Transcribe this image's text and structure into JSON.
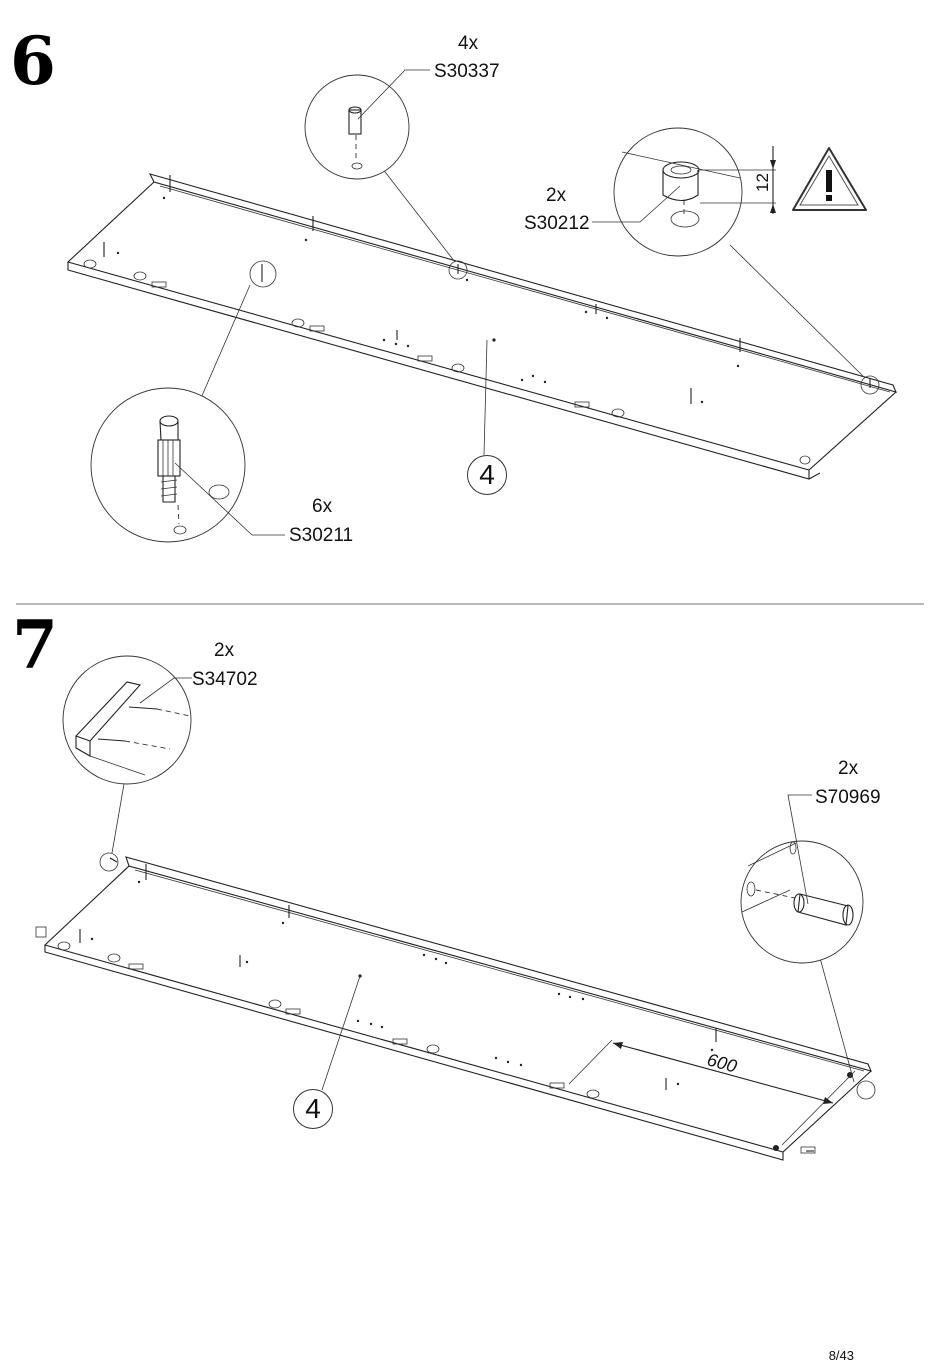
{
  "steps": [
    {
      "number": "6",
      "panel_label": "4",
      "parts": [
        {
          "qty": "4x",
          "code": "S30337"
        },
        {
          "qty": "2x",
          "code": "S30212"
        },
        {
          "qty": "6x",
          "code": "S30211"
        }
      ],
      "depth_value": "12",
      "warning_symbol": "!"
    },
    {
      "number": "7",
      "panel_label": "4",
      "parts": [
        {
          "qty": "2x",
          "code": "S34702"
        },
        {
          "qty": "2x",
          "code": "S70969"
        }
      ],
      "distance_value": "600"
    }
  ],
  "footer": {
    "page_number": "8/43"
  },
  "icons": [
    "warning-triangle-icon",
    "cam-lock-icon",
    "screw-icon",
    "dowel-icon",
    "nail-icon",
    "shelf-pin-icon"
  ]
}
